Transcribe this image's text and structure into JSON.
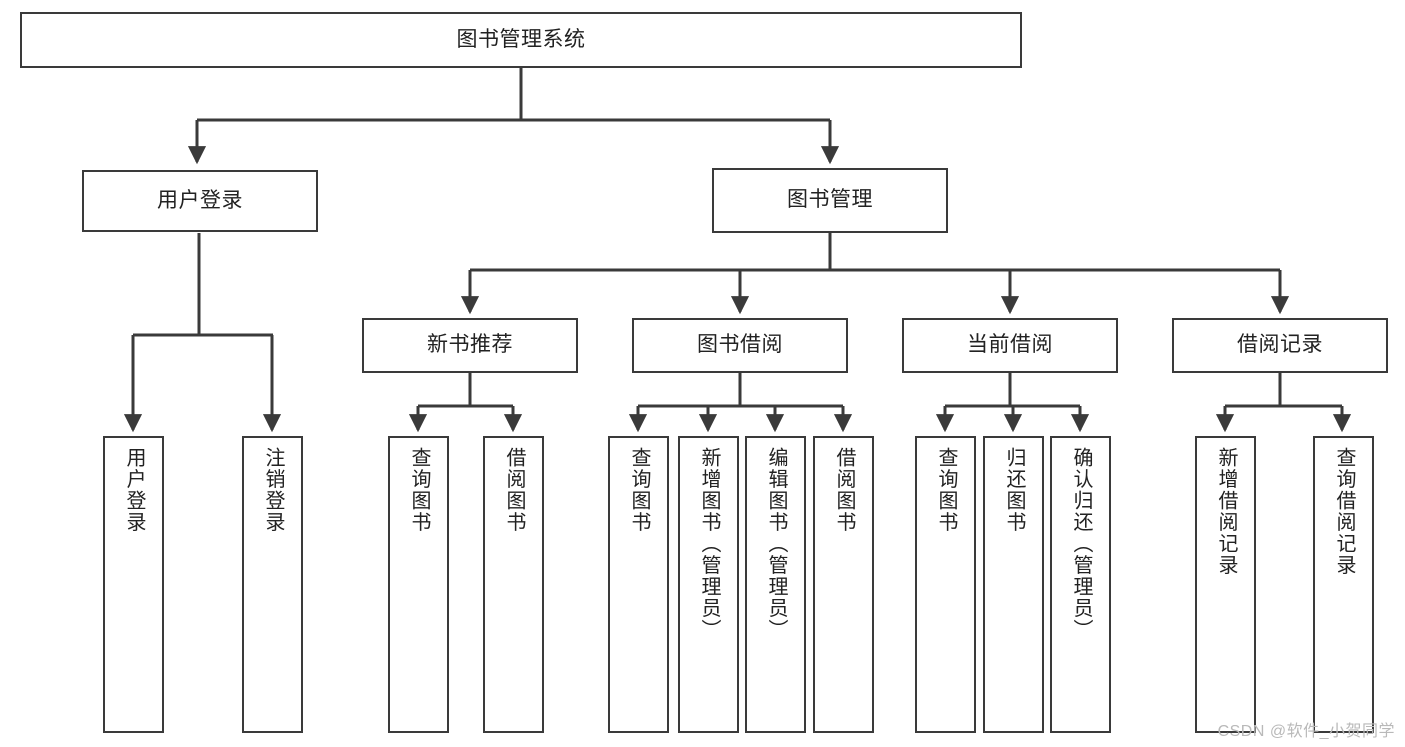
{
  "diagram": {
    "title": "图书管理系统",
    "watermark": "CSDN @软件_小贺同学",
    "colors": {
      "stroke": "#3a3a3a",
      "fill": "#ffffff",
      "text": "#222222",
      "watermark": "#b9b9b9"
    },
    "nodes": {
      "root": {
        "label": "图书管理系统"
      },
      "level2": [
        {
          "label": "用户登录"
        },
        {
          "label": "图书管理"
        }
      ],
      "level3": [
        {
          "label": "新书推荐"
        },
        {
          "label": "图书借阅"
        },
        {
          "label": "当前借阅"
        },
        {
          "label": "借阅记录"
        }
      ],
      "leaves": {
        "user_login": [
          {
            "label": "用户登录"
          },
          {
            "label": "注销登录"
          }
        ],
        "new_book": [
          {
            "label": "查询图书"
          },
          {
            "label": "借阅图书"
          }
        ],
        "book_borrow": [
          {
            "label": "查询图书"
          },
          {
            "label": "新增图书（管理员）"
          },
          {
            "label": "编辑图书（管理员）"
          },
          {
            "label": "借阅图书"
          }
        ],
        "current_borrow": [
          {
            "label": "查询图书"
          },
          {
            "label": "归还图书"
          },
          {
            "label": "确认归还（管理员）"
          }
        ],
        "borrow_record": [
          {
            "label": "新增借阅记录"
          },
          {
            "label": "查询借阅记录"
          }
        ]
      }
    }
  }
}
